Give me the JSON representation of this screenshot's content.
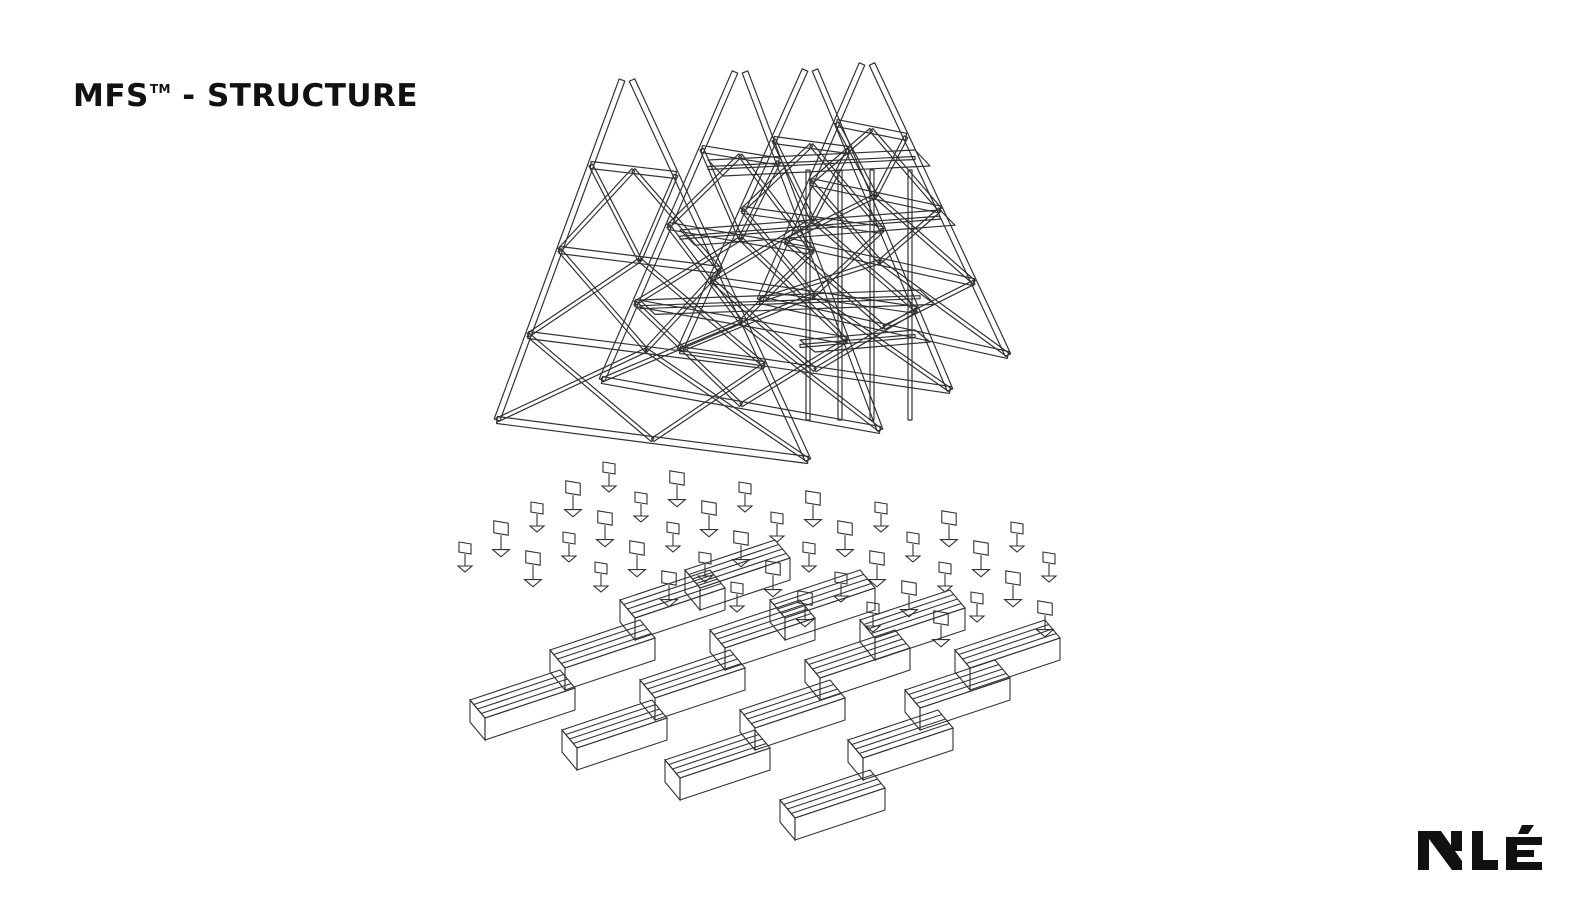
{
  "title": {
    "main": "MFS",
    "trademark": "TM",
    "rest": " - STRUCTURE"
  },
  "logo": {
    "name": "nle-logo"
  },
  "colors": {
    "ink": "#222222",
    "background": "#ffffff"
  }
}
